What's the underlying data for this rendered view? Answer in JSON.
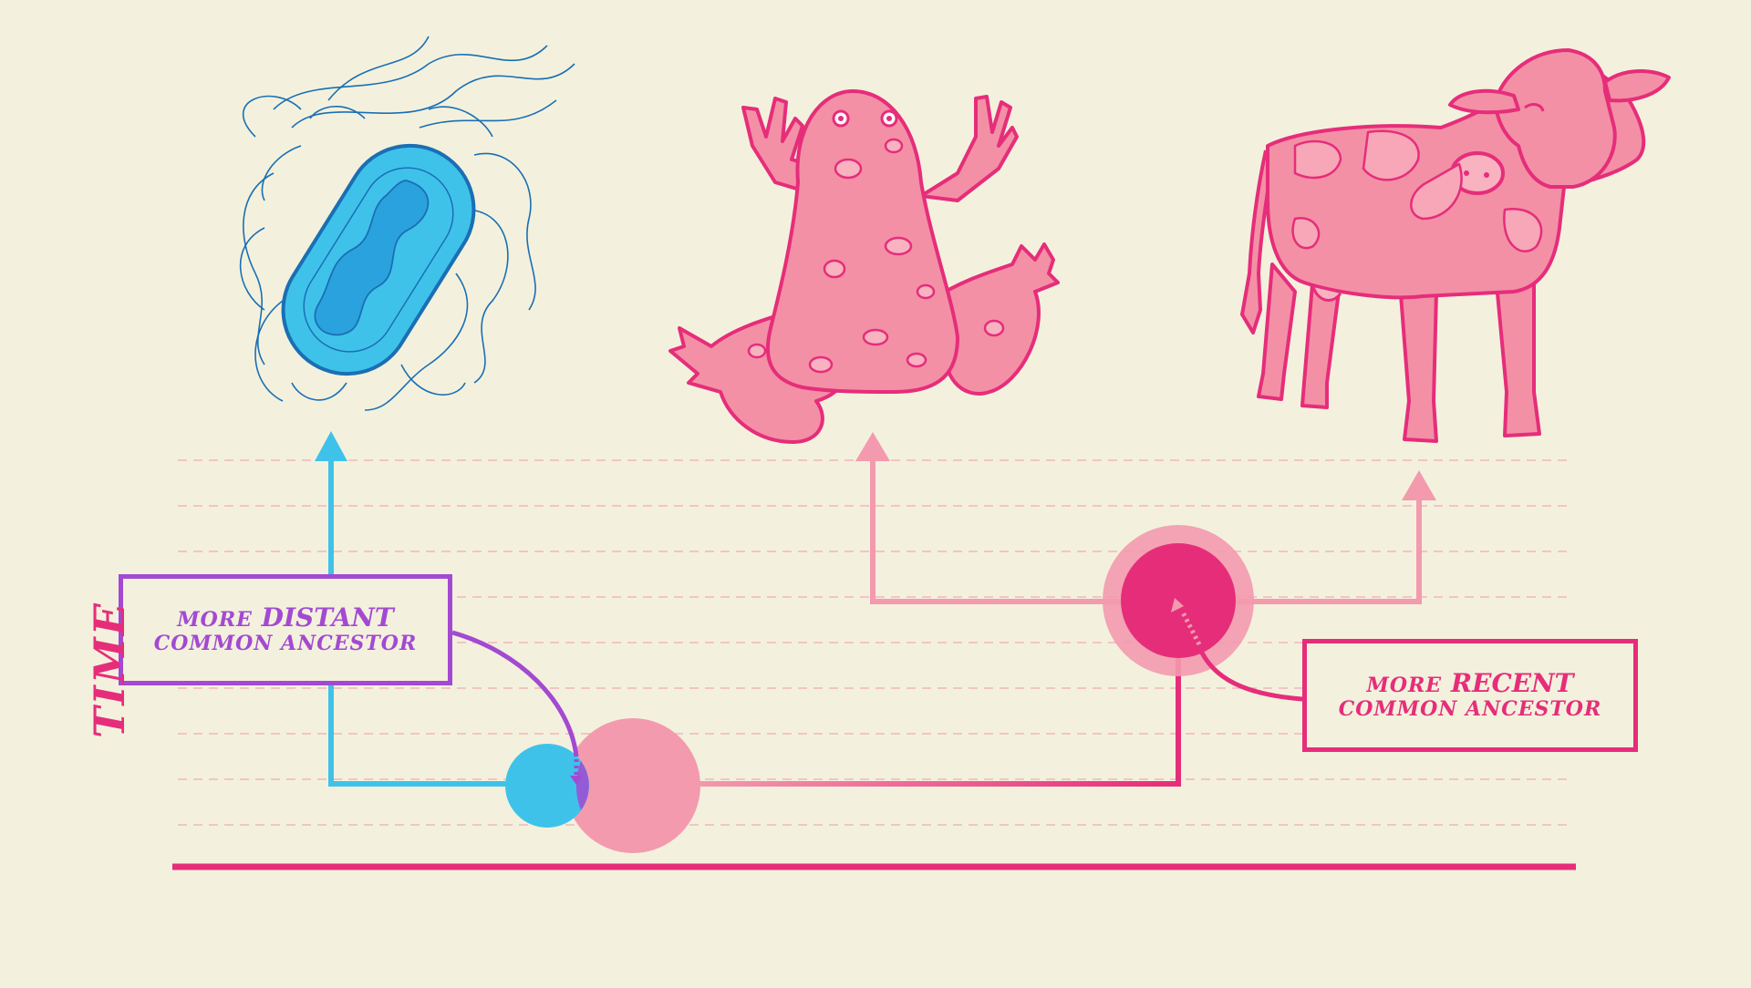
{
  "diagram": {
    "time_label": "TIME",
    "distant_ancestor": {
      "prefix": "MORE",
      "emphasis": "DISTANT",
      "line2": "COMMON ANCESTOR"
    },
    "recent_ancestor": {
      "prefix": "MORE",
      "emphasis": "RECENT",
      "line2": "COMMON ANCESTOR"
    },
    "organisms": [
      {
        "id": "bacterium",
        "icon": "bacterium-icon"
      },
      {
        "id": "frog",
        "icon": "frog-icon"
      },
      {
        "id": "cow",
        "icon": "cow-icon"
      }
    ]
  },
  "colors": {
    "background": "#f3f1dd",
    "blue": "#3fc2ea",
    "pink_light": "#f39aae",
    "magenta": "#e62d7a",
    "purple": "#a349d2",
    "animal_fill": "#f390a6",
    "animal_stroke": "#e62d7a",
    "bacterium_fill": "#3fc2ea",
    "bacterium_stroke": "#1a6fb4"
  }
}
